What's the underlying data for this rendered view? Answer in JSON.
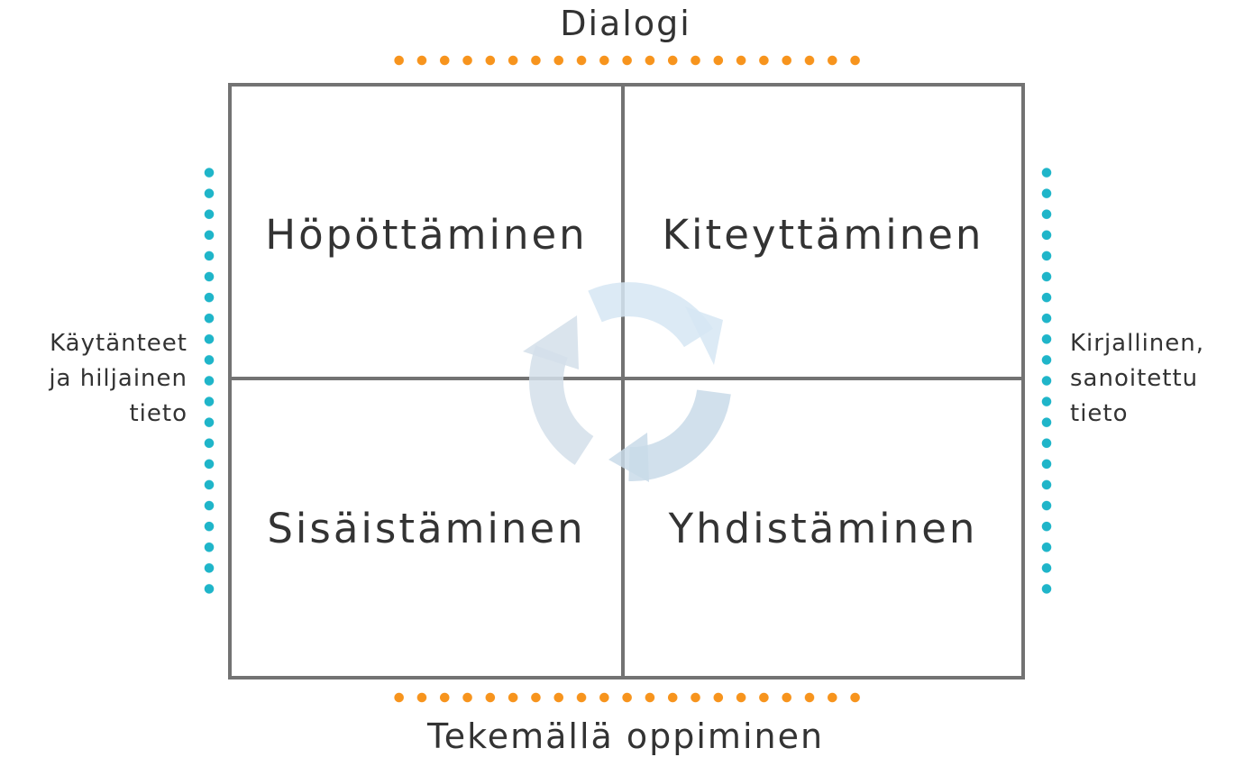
{
  "labels": {
    "top": "Dialogi",
    "bottom": "Tekemällä oppiminen",
    "left_lines": [
      "Käytänteet",
      "ja hiljainen",
      "tieto"
    ],
    "right_lines": [
      "Kirjallinen,",
      "sanoitettu",
      "tieto"
    ]
  },
  "quadrants": {
    "top_left": "Höpöttäminen",
    "top_right": "Kiteyttäminen",
    "bottom_left": "Sisäistäminen",
    "bottom_right": "Yhdistäminen"
  },
  "colors": {
    "horizontal_dots": "#f7941d",
    "vertical_dots": "#1fb5c9",
    "grid_lines": "#737373",
    "cycle_arrows": "#d8e6f2",
    "text": "#333333"
  },
  "center_icon": "cycle-arrows-icon"
}
